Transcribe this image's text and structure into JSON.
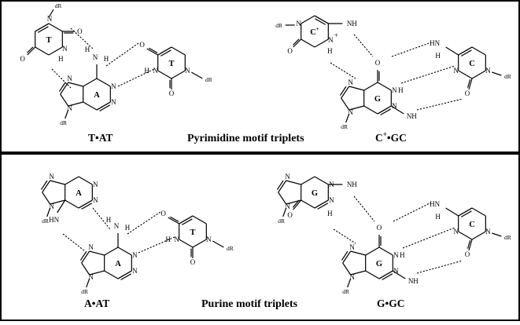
{
  "panels": [
    {
      "title": "Pyrimidine motif triplets",
      "left_label": "T•AT",
      "right_label_main": "C",
      "right_label_sup": "+",
      "right_label_rest": "•GC"
    },
    {
      "title": "Purine motif triplets",
      "left_label": "A•AT",
      "right_label": "G•GC"
    }
  ],
  "rings": {
    "T": "T",
    "A": "A",
    "G": "G",
    "C": "C",
    "Cplus_main": "C",
    "Cplus_sup": "+"
  },
  "atoms": {
    "N": "N",
    "H": "H",
    "O": "O",
    "NH": "NH",
    "HN": "HN",
    "NH2": "NH",
    "plus": "+"
  },
  "sugar": "dR"
}
